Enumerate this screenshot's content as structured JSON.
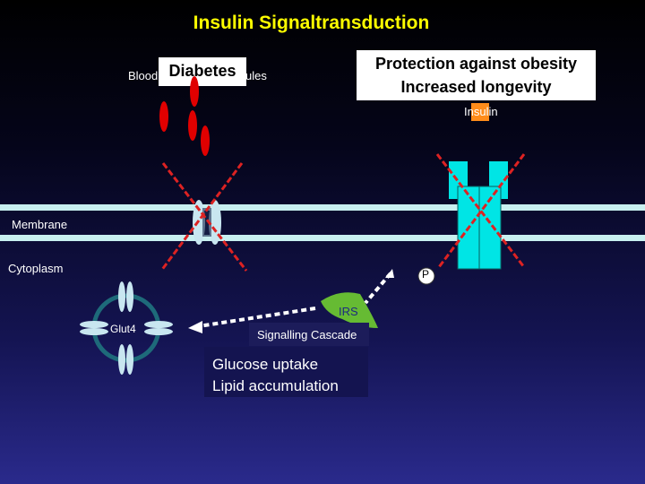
{
  "title": "Insulin Signaltransduction",
  "labels": {
    "blood": "Blood",
    "molecules": "ules",
    "insulin": "Insulin",
    "membrane": "Membrane",
    "cytoplasm": "Cytoplasm",
    "p": "P",
    "irs": "IRS",
    "glut4": "Glut4",
    "signalling_cascade": "Signalling Cascade"
  },
  "boxes": {
    "diabetes": "Diabetes",
    "protection": [
      "Protection against obesity",
      "Increased longevity"
    ],
    "outcome": [
      "Glucose uptake",
      "Lipid accumulation"
    ]
  },
  "colors": {
    "title": "#ffff00",
    "membrane": "#c8f0f0",
    "glucose_molecule": "#e00000",
    "insulin": "#ff8c1a",
    "receptor": "#00e5e5",
    "irs": "#66bb33",
    "cross": "#dd2222",
    "glut": "#c8e6f0"
  }
}
